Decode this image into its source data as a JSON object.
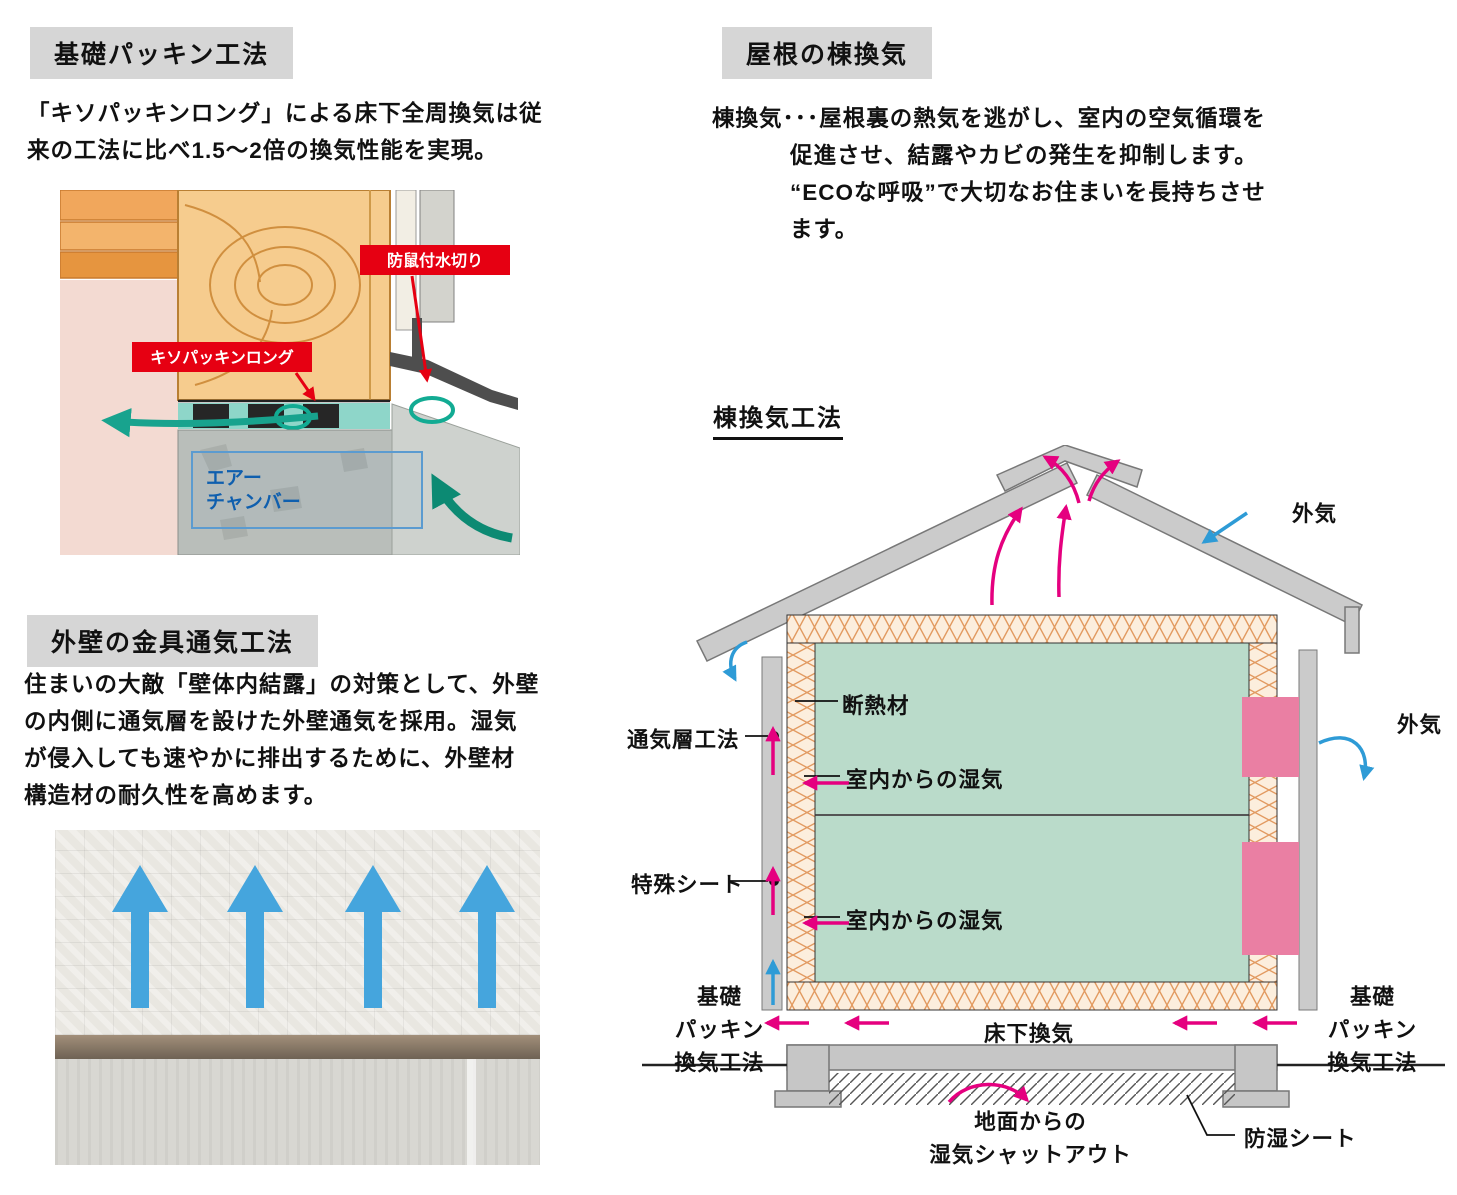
{
  "sections": {
    "foundation": {
      "heading": "基礎パッキン工法",
      "body_lines": [
        "「キソパッキンロング」による床下全周換気は従",
        "来の工法に比べ1.5～2倍の換気性能を実現。"
      ],
      "diagram": {
        "mizukiri_label": "防鼠付水切り",
        "kiso_packing_label": "キソパッキンロング",
        "air_chamber_line1": "エアー",
        "air_chamber_line2": "チャンバー"
      }
    },
    "wall": {
      "heading": "外壁の金具通気工法",
      "body_lines": [
        "住まいの大敵「壁体内結露」の対策として、外壁",
        "の内側に通気層を設けた外壁通気を採用。湿気",
        "が侵入しても速やかに排出するために、外壁材",
        "構造材の耐久性を高めます。"
      ]
    },
    "roof": {
      "heading": "屋根の棟換気",
      "body_lines": [
        "棟換気･･･屋根裏の熱気を逃がし、室内の空気循環を",
        "促進させ、結露やカビの発生を抑制します。",
        "“ECOな呼吸”で大切なお住まいを長持ちさせ",
        "ます。"
      ],
      "diagram_title": "棟換気工法",
      "labels": {
        "outside_air_top": "外気",
        "outside_air_right": "外気",
        "insulation": "断熱材",
        "vent_layer_method": "通気層工法",
        "indoor_moisture_upper": "室内からの湿気",
        "special_sheet": "特殊シート",
        "indoor_moisture_lower": "室内からの湿気",
        "foundation_packing_left": [
          "基礎",
          "パッキン",
          "換気工法"
        ],
        "underfloor_vent": "床下換気",
        "foundation_packing_right": [
          "基礎",
          "パッキン",
          "換気工法"
        ],
        "ground_moisture": [
          "地面からの",
          "湿気シャットアウト"
        ],
        "damp_proof_sheet": "防湿シート"
      }
    }
  },
  "colors": {
    "heading_bg": "#d6d6d6",
    "label_red": "#e60012",
    "flow_pink": "#e5007f",
    "flow_blue": "#2e9bd6",
    "flow_teal": "#18a38e",
    "interior_green": "#badbca",
    "vent_pink": "#ea7fa3",
    "roof_gray": "#cbcbcb"
  }
}
